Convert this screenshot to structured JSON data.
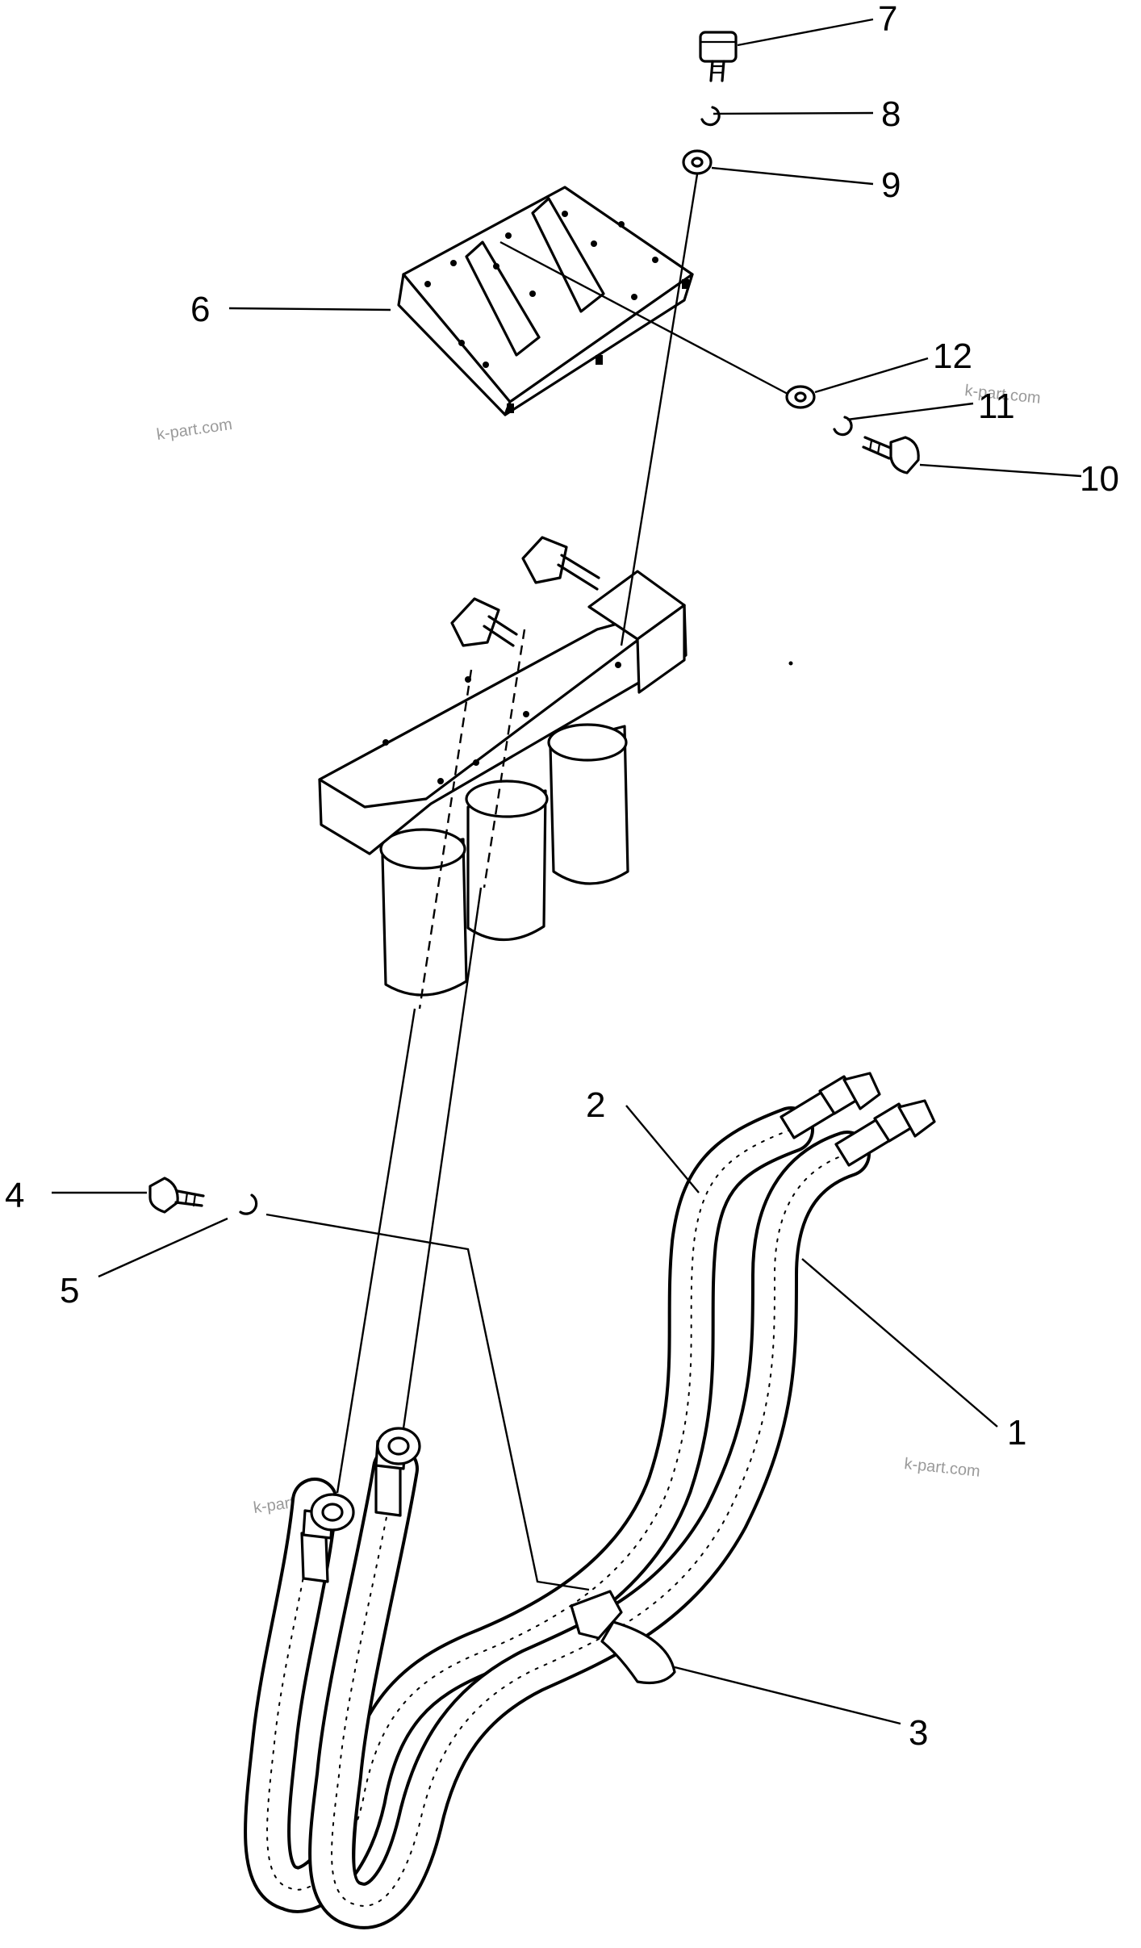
{
  "figure": {
    "callouts": [
      {
        "id": "c1",
        "label": "1"
      },
      {
        "id": "c2",
        "label": "2"
      },
      {
        "id": "c3",
        "label": "3"
      },
      {
        "id": "c4",
        "label": "4"
      },
      {
        "id": "c5",
        "label": "5"
      },
      {
        "id": "c6",
        "label": "6"
      },
      {
        "id": "c7",
        "label": "7"
      },
      {
        "id": "c8",
        "label": "8"
      },
      {
        "id": "c9",
        "label": "9"
      },
      {
        "id": "c10",
        "label": "10"
      },
      {
        "id": "c11",
        "label": "11"
      },
      {
        "id": "c12",
        "label": "12"
      }
    ],
    "watermarks": [
      "k-part.com",
      "k-part.com",
      "k-part.com",
      "k-part.com"
    ]
  }
}
